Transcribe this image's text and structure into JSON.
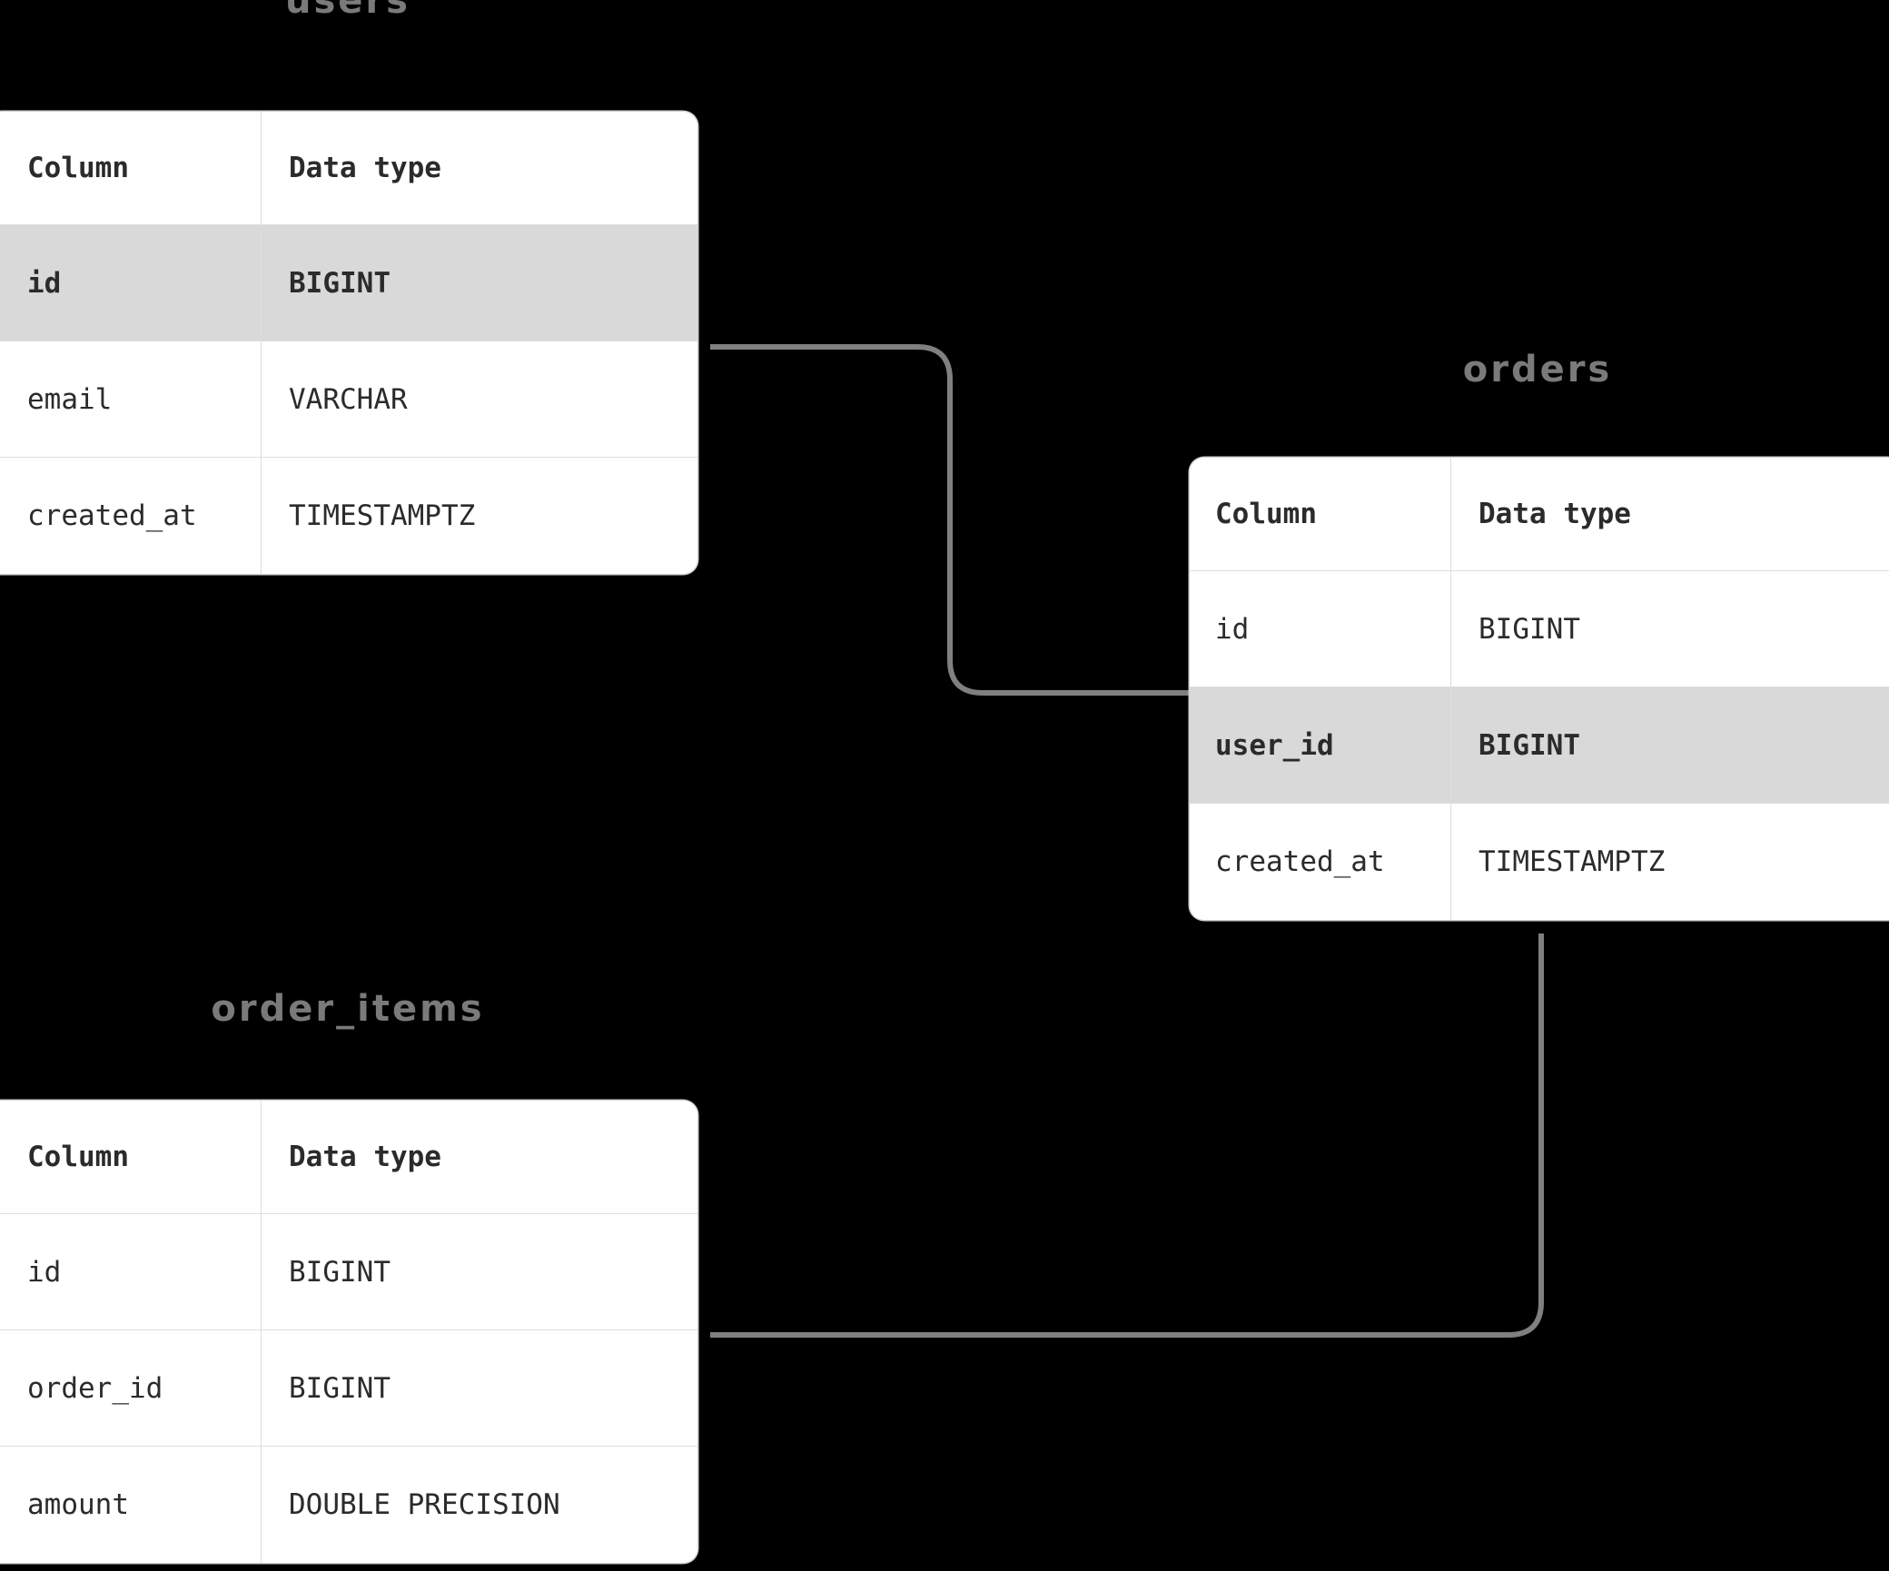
{
  "diagram": {
    "kind": "entity-relationship-diagram",
    "background_color": "#000000",
    "accent_color": "#808080",
    "highlight_color": "#d9d9d9",
    "card_color": "#ffffff",
    "title_color": "#7a7a7a",
    "text_color": "#2b2b2b"
  },
  "column_headers": {
    "column": "Column",
    "data_type": "Data type"
  },
  "tables": [
    {
      "title": "users",
      "headers": {
        "column": "Column",
        "data_type": "Data type"
      },
      "rows": [
        {
          "column": "id",
          "data_type": "BIGINT",
          "highlighted": true
        },
        {
          "column": "email",
          "data_type": "VARCHAR",
          "highlighted": false
        },
        {
          "column": "created_at",
          "data_type": "TIMESTAMPTZ",
          "highlighted": false
        }
      ]
    },
    {
      "title": "orders",
      "headers": {
        "column": "Column",
        "data_type": "Data type"
      },
      "rows": [
        {
          "column": "id",
          "data_type": "BIGINT",
          "highlighted": false
        },
        {
          "column": "user_id",
          "data_type": "BIGINT",
          "highlighted": true
        },
        {
          "column": "created_at",
          "data_type": "TIMESTAMPTZ",
          "highlighted": false
        }
      ]
    },
    {
      "title": "order_items",
      "headers": {
        "column": "Column",
        "data_type": "Data type"
      },
      "rows": [
        {
          "column": "id",
          "data_type": "BIGINT",
          "highlighted": false
        },
        {
          "column": "order_id",
          "data_type": "BIGINT",
          "highlighted": false
        },
        {
          "column": "amount",
          "data_type": "DOUBLE PRECISION",
          "highlighted": false
        }
      ]
    }
  ],
  "relationships": [
    {
      "from_table": "users",
      "from_column": "id",
      "to_table": "orders",
      "to_column": "user_id"
    },
    {
      "from_table": "orders",
      "from_column": "id",
      "to_table": "order_items",
      "to_column": "order_id"
    }
  ]
}
